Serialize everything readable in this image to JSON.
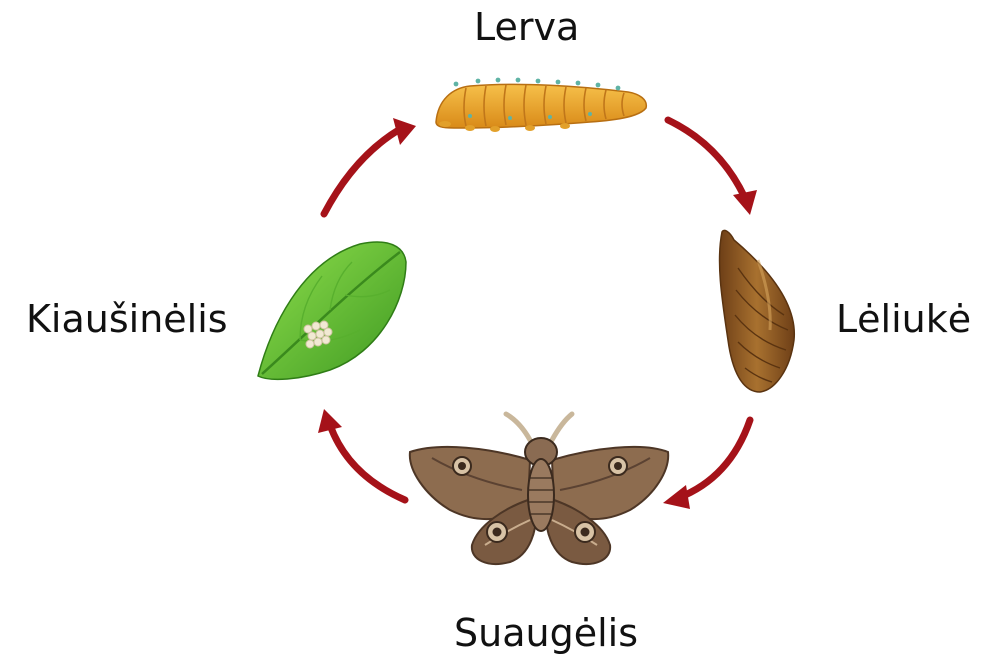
{
  "stages": {
    "top": "Lerva",
    "right": "Lėliukė",
    "bottom": "Suaugėlis",
    "left": "Kiaušinėlis"
  },
  "colors": {
    "arrow": "#a51219",
    "larva_body": "#f0a820",
    "larva_dark": "#c97a12",
    "pupa": "#8a5320",
    "pupa_light": "#b07a3a",
    "moth_wing": "#8d6c4f",
    "moth_dark": "#5b4232",
    "leaf": "#6cc83a",
    "leaf_dark": "#3f9a22",
    "egg": "#f1e9d3"
  },
  "icons": {
    "larva": "caterpillar-icon",
    "pupa": "chrysalis-icon",
    "adult": "moth-icon",
    "egg": "leaf-with-eggs-icon"
  }
}
